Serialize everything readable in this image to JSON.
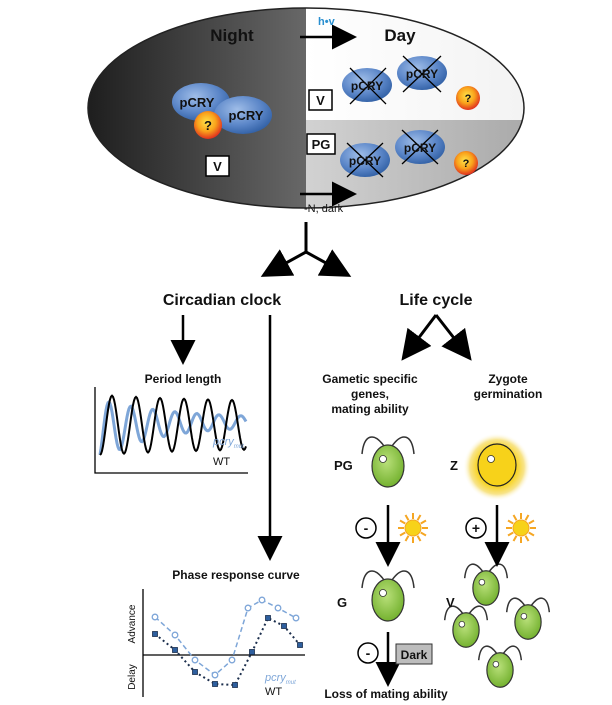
{
  "top": {
    "night": "Night",
    "day": "Day",
    "light_label": "h•v",
    "protein": "pCRY",
    "unknown": "?",
    "v_box": "V",
    "pg_box": "PG",
    "bottom_arrow_label": "-N, dark"
  },
  "branches": {
    "circadian": "Circadian clock",
    "lifecycle": "Life cycle"
  },
  "period": {
    "title": "Period length",
    "mutant_label": "pcry",
    "mutant_sub": "mut",
    "wt_label": "WT"
  },
  "prc": {
    "title": "Phase response curve",
    "advance": "Advance",
    "delay": "Delay",
    "mutant_label": "pcry",
    "mutant_sub": "mut",
    "wt_label": "WT"
  },
  "life": {
    "gametic_line1": "Gametic specific",
    "gametic_line2": "genes,",
    "gametic_line3": "mating ability",
    "zygote_line1": "Zygote",
    "zygote_line2": "germination",
    "pg": "PG",
    "z": "Z",
    "g": "G",
    "v": "V",
    "minus": "-",
    "plus": "+",
    "dark": "Dark",
    "loss": "Loss of mating ability"
  },
  "colors": {
    "cry_blue": "#5b86c8",
    "cell_green": "#8dc63f",
    "mutant_blue": "#7ea6d8",
    "sun_yellow": "#f7d21a"
  }
}
